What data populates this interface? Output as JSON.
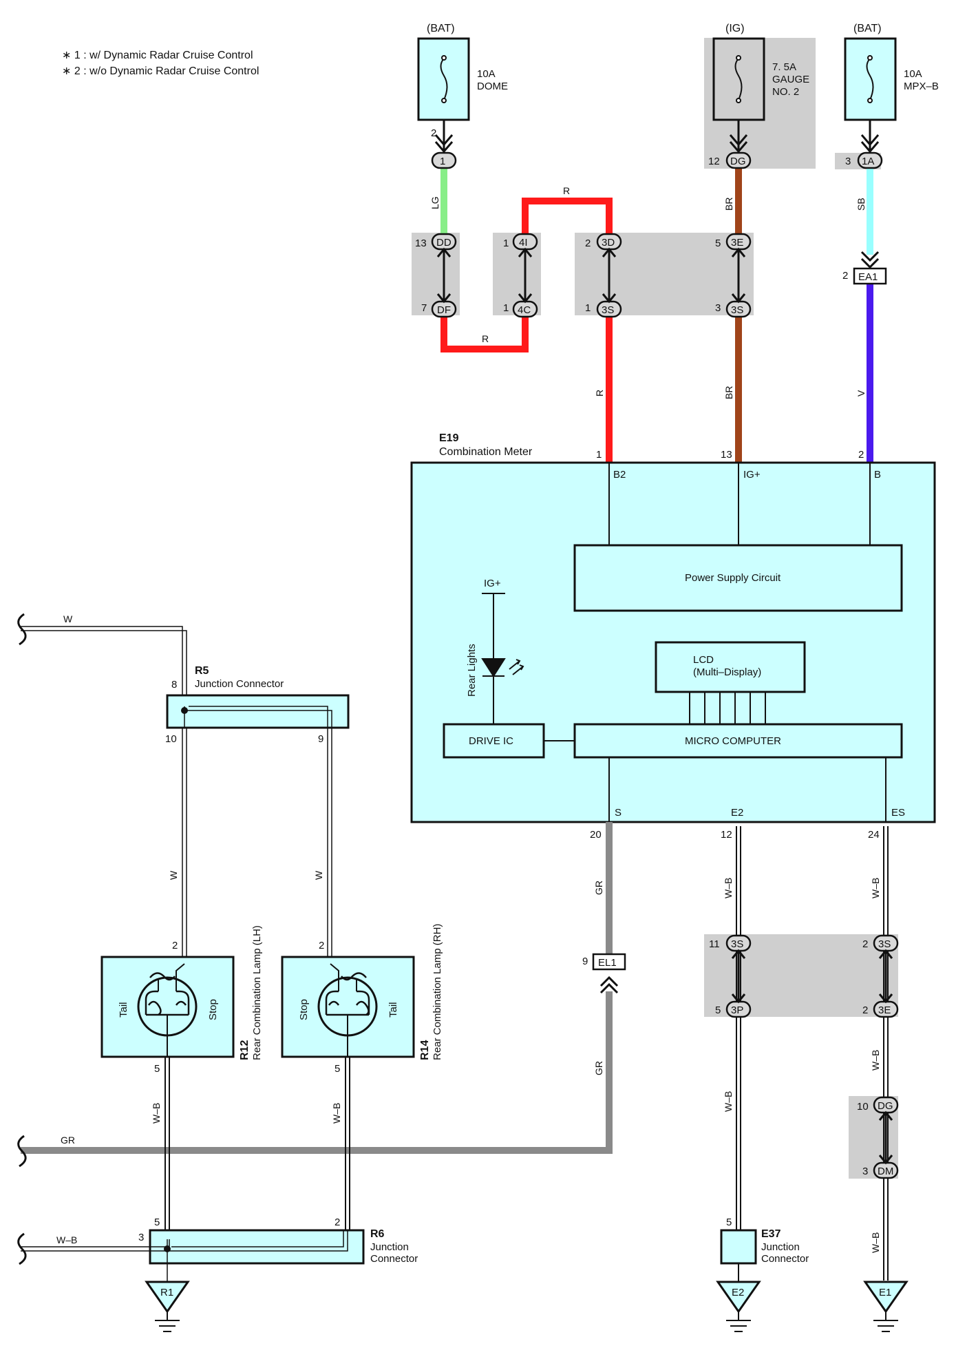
{
  "notes": [
    "∗ 1 : w/ Dynamic Radar Cruise Control",
    "∗ 2 : w/o Dynamic Radar Cruise Control"
  ],
  "fuses": [
    {
      "source": "(BAT)",
      "rating": "10A",
      "name": "DOME"
    },
    {
      "source": "(IG)",
      "rating": "7. 5A",
      "name": "GAUGE",
      "name2": "NO. 2"
    },
    {
      "source": "(BAT)",
      "rating": "10A",
      "name": "MPX–B"
    }
  ],
  "connectors": {
    "c1": "1",
    "dd": "DD",
    "df": "DF",
    "c4i": "4I",
    "c4c": "4C",
    "c3d": "3D",
    "c3s_a": "3S",
    "dg_top": "DG",
    "c3e_top": "3E",
    "c3s_b": "3S",
    "c1a": "1A",
    "ea1": "EA1",
    "el1": "EL1",
    "c3s_l": "3S",
    "c3p": "3P",
    "c3s_r": "3S",
    "c3e_r": "3E",
    "dg_r": "DG",
    "dm": "DM"
  },
  "pins": {
    "p2": "2",
    "p12": "12",
    "p3": "3",
    "p13": "13",
    "p7": "7",
    "p1a": "1",
    "p1b": "1",
    "p2a": "2",
    "p1c": "1",
    "p5": "5",
    "p3b": "3",
    "p2b": "2",
    "m1": "1",
    "m13": "13",
    "m2": "2",
    "m20": "20",
    "m12": "12",
    "m24": "24",
    "p9": "9",
    "p11": "11",
    "p5b": "5",
    "p2c": "2",
    "p2d": "2",
    "p10": "10",
    "p3c": "3",
    "e37_5": "5",
    "r5_8": "8",
    "r5_10": "10",
    "r5_9": "9",
    "lh_2": "2",
    "rh_2": "2",
    "lh_5": "5",
    "rh_5": "5",
    "r6_5": "5",
    "r6_2": "2",
    "r6_3": "3"
  },
  "wires": {
    "lg": "LG",
    "r_top": "R",
    "r_bot": "R",
    "r_mid": "R",
    "br_top": "BR",
    "br_mid": "BR",
    "sb": "SB",
    "v": "V",
    "gr1": "GR",
    "gr2": "GR",
    "gr3": "GR",
    "wb1": "W–B",
    "wb2": "W–B",
    "wb3": "W–B",
    "wb4": "W–B",
    "wb5": "W–B",
    "wb6": "W–B",
    "wb7": "W–B",
    "wb8": "W–B",
    "w1": "W",
    "w2": "W",
    "w3": "W"
  },
  "meter": {
    "id": "E19",
    "name": "Combination Meter",
    "terminals": {
      "b2": "B2",
      "ig": "IG+",
      "b": "B",
      "s": "S",
      "e2": "E2",
      "es": "ES"
    },
    "power_supply": "Power Supply Circuit",
    "lcd1": "LCD",
    "lcd2": "(Multi–Display)",
    "micro": "MICRO COMPUTER",
    "drive": "DRIVE IC",
    "ig_label": "IG+",
    "rear_lights": "Rear Lights"
  },
  "r5": {
    "id": "R5",
    "name": "Junction Connector"
  },
  "r6": {
    "id": "R6",
    "name1": "Junction",
    "name2": "Connector"
  },
  "e37": {
    "id": "E37",
    "name1": "Junction",
    "name2": "Connector"
  },
  "r12": {
    "id": "R12",
    "name": "Rear Combination Lamp (LH)",
    "tail": "Tail",
    "stop": "Stop"
  },
  "r14": {
    "id": "R14",
    "name": "Rear Combination Lamp (RH)",
    "tail": "Tail",
    "stop": "Stop"
  },
  "grounds": {
    "r1": "R1",
    "e2": "E2",
    "e1": "E1"
  },
  "colors": {
    "LG": "#88ee88",
    "R": "#ff1a1a",
    "BR": "#a0441a",
    "SB": "#99ffff",
    "V": "#4a1aee",
    "GR": "#8a8a8a",
    "shade": "#cfcfcf",
    "box": "#ccffff"
  }
}
